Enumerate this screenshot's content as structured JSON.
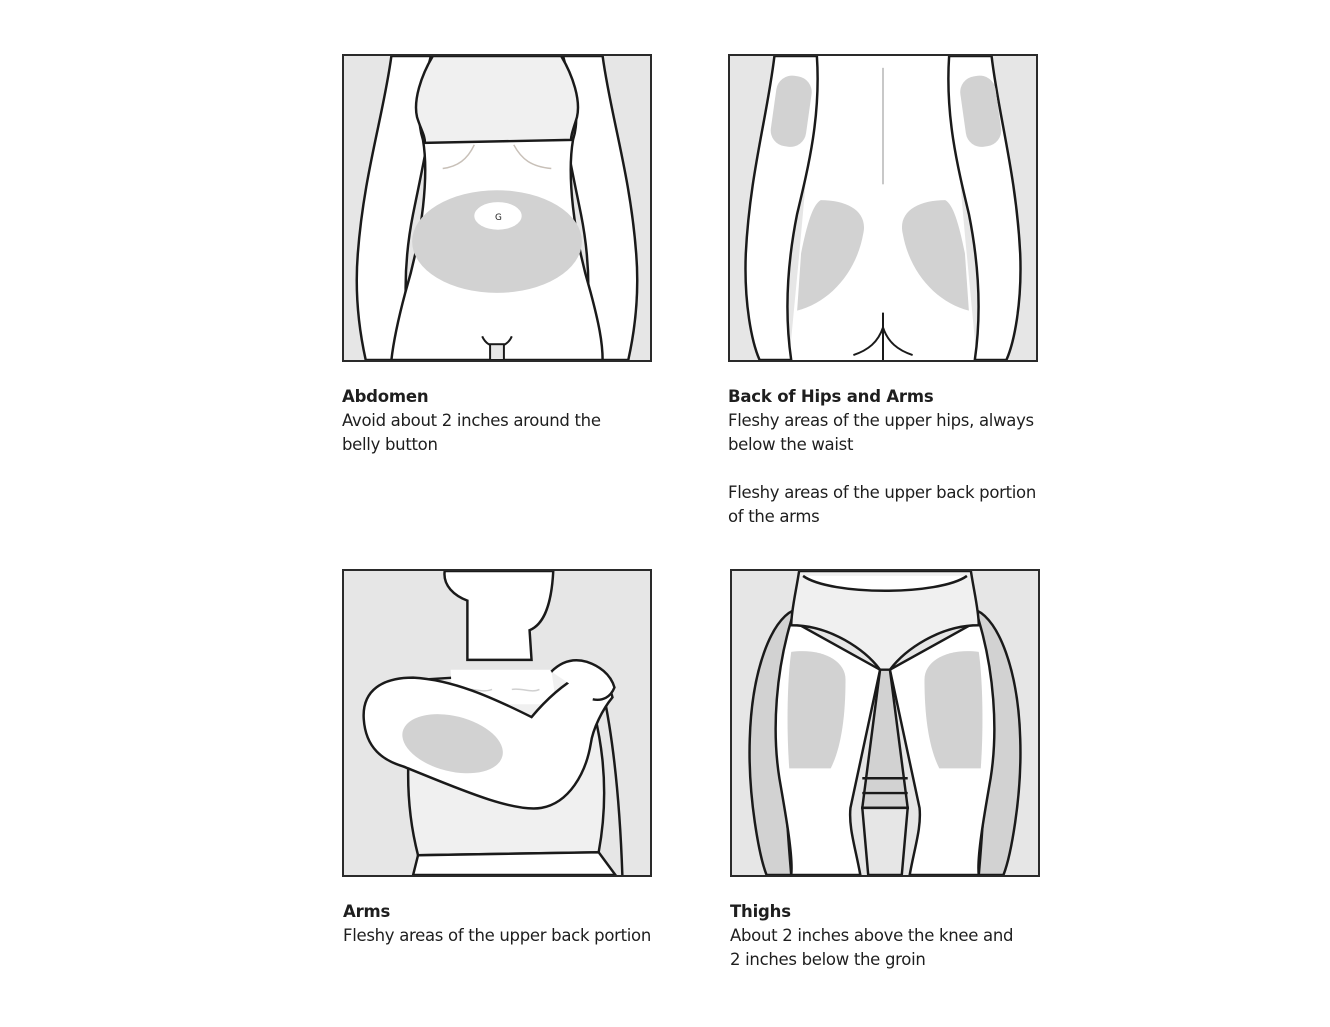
{
  "panels": [
    {
      "id": "abdomen",
      "title": "Abdomen",
      "lines": [
        "Avoid about 2 inches around the",
        "belly button"
      ]
    },
    {
      "id": "back-of-hips-and-arms",
      "title": "Back of Hips and Arms",
      "lines": [
        "Fleshy areas of the upper hips, always",
        "below the waist"
      ],
      "lines2": [
        "Fleshy areas of the upper back portion",
        "of the arms"
      ]
    },
    {
      "id": "arms",
      "title": "Arms",
      "lines": [
        "Fleshy areas of the upper back portion"
      ]
    },
    {
      "id": "thighs",
      "title": "Thighs",
      "lines": [
        "About 2 inches above the knee and",
        "2 inches below the groin"
      ]
    }
  ],
  "colors": {
    "background": "#ffffff",
    "panel_bg": "#e6e6e6",
    "skin": "#ffffff",
    "clothing": "#f0f0f0",
    "injection_zone": "#d2d2d2",
    "outline": "#1a1a1a"
  }
}
